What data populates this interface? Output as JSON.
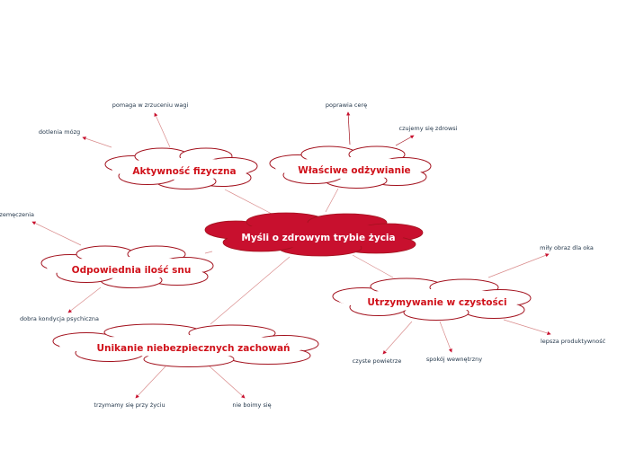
{
  "center": {
    "label": "Myśli o zdrowym trybie życia",
    "color": "#c8102e"
  },
  "branches": [
    {
      "id": "aktywnosc",
      "label": "Aktywność fizyczna",
      "leaves": [
        "pomaga w zrzuceniu wagi",
        "dotlenia mózg"
      ]
    },
    {
      "id": "odzywianie",
      "label": "Właściwe odżywianie",
      "leaves": [
        "poprawia cerę",
        "czujemy się zdrowsi"
      ]
    },
    {
      "id": "sen",
      "label": "Odpowiednia ilość snu",
      "leaves": [
        "brak przemęczenia",
        "dobra kondycja psychiczna"
      ]
    },
    {
      "id": "czystosc",
      "label": "Utrzymywanie w czystości",
      "leaves": [
        "miły obraz dla oka",
        "lepsza produktywność",
        "czyste powietrze",
        "spokój wewnętrzny"
      ]
    },
    {
      "id": "zachowania",
      "label": "Unikanie niebezpiecznych zachowań",
      "leaves": [
        "trzymamy się przy życiu",
        "nie boimy się"
      ]
    }
  ],
  "colors": {
    "accent": "#d0121b",
    "outline": "#a3121e",
    "line": "#d98b8b",
    "leafText": "#1f3347"
  }
}
